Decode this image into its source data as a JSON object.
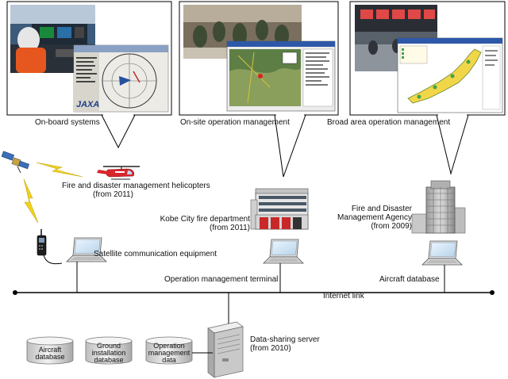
{
  "panels": {
    "onboard": "On-board systems",
    "onsite": "On-site operation management",
    "broad": "Broad area operation management"
  },
  "nodes": {
    "helicopters": [
      "Fire and disaster management helicopters",
      "(from 2011)"
    ],
    "kobe": [
      "Kobe City fire department",
      "(from 2011)"
    ],
    "fdma": [
      "Fire and Disaster",
      "Management Agency",
      "(from 2009)"
    ],
    "satcom": "Satellite communication equipment",
    "op_terminal": "Operation management terminal",
    "aircraft_db": "Aircraft database",
    "internet": "Internet link",
    "server": [
      "Data-sharing server",
      "(from 2010)"
    ]
  },
  "databases": [
    [
      "Aircraft",
      "database"
    ],
    [
      "Ground",
      "installation",
      "database"
    ],
    [
      "Operation",
      "management",
      "data"
    ]
  ],
  "logo": "JAXA",
  "colors": {
    "line": "#000000",
    "lightning": "#f2d21b",
    "helicopter": "#d8262b",
    "building": "#c8c8c8",
    "screen": "#d8ecf8"
  }
}
